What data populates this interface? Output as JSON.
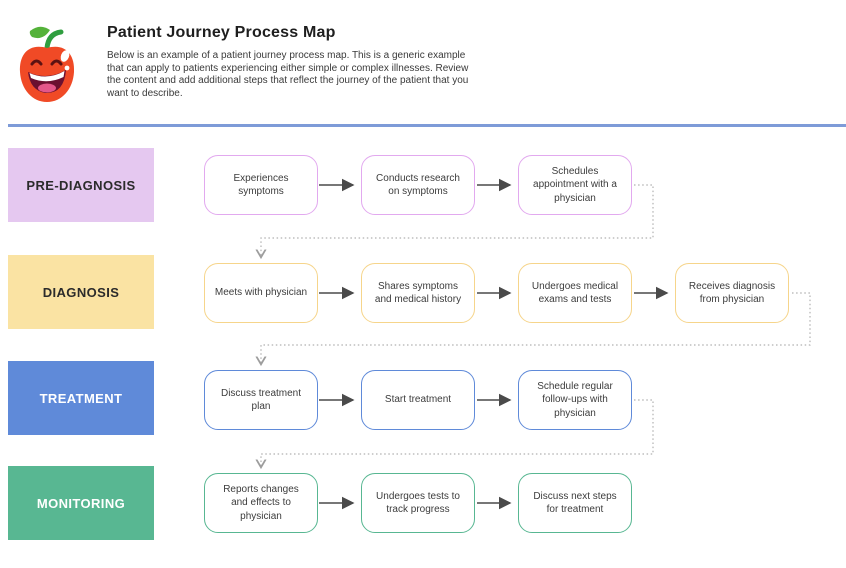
{
  "header": {
    "title": "Patient Journey Process Map",
    "description": "Below is an example of a patient journey process map. This is a generic example that can apply to patients experiencing either simple or complex illnesses. Review the content and add additional steps that reflect the journey of the patient that you want to describe.",
    "logo": "happy-apple-logo"
  },
  "colors": {
    "divider": "#7e9bd8",
    "phase_pre_diagnosis_bg": "#e5c8f0",
    "phase_diagnosis_bg": "#fae3a3",
    "phase_treatment_bg": "#5f8ad9",
    "phase_monitoring_bg": "#58b792",
    "step_border_pre_diagnosis": "#e2a9ef",
    "step_border_diagnosis": "#f6d58b",
    "step_border_treatment": "#5f8ad9",
    "step_border_monitoring": "#58b792",
    "solid_arrow": "#4a4a4a",
    "dotted_connector": "#b0b0b0"
  },
  "rows": [
    {
      "label": "PRE-DIAGNOSIS",
      "boxes": [
        "Experiences symptoms",
        "Conducts research on symptoms",
        "Schedules appointment with a physician"
      ]
    },
    {
      "label": "DIAGNOSIS",
      "boxes": [
        "Meets with physician",
        "Shares symptoms and medical history",
        "Undergoes medical exams and tests",
        "Receives diagnosis from physician"
      ]
    },
    {
      "label": "TREATMENT",
      "boxes": [
        "Discuss treatment plan",
        "Start treatment",
        "Schedule regular follow-ups with physician"
      ]
    },
    {
      "label": "MONITORING",
      "boxes": [
        "Reports changes and effects to physician",
        "Undergoes tests to track progress",
        "Discuss next steps for treatment"
      ]
    }
  ]
}
